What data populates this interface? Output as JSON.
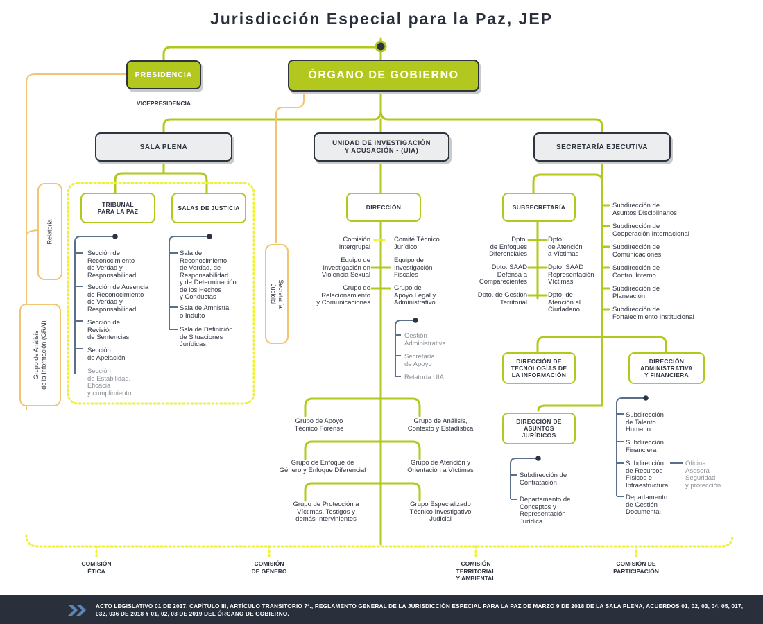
{
  "title": "Jurisdicción Especial para la Paz, JEP",
  "top": {
    "presidencia": "PRESIDENCIA",
    "vicepresidencia": "VICEPRESIDENCIA",
    "organo": "ÓRGANO DE GOBIERNO"
  },
  "side": {
    "relatoria": "Relatoria",
    "grai_line1": "Grupo de Análisis",
    "grai_line2": "de la Información (GRAI)",
    "secretaria_line1": "Secretaría",
    "secretaria_line2": "Judicial"
  },
  "sala_plena": {
    "title": "SALA PLENA",
    "tribunal": "TRIBUNAL\nPARA LA PAZ",
    "salas": "SALAS DE JUSTICIA",
    "tribunal_items": [
      "Sección de\nReconocimiento\nde Verdad y\nResponsabilidad",
      "Sección de Ausencia\nde Reconocimiento\nde Verdad y\nResponsabilidad",
      "Sección de\nRevisión\nde Sentencias",
      "Sección\nde Apelación"
    ],
    "tribunal_muted": "Sección\nde Estabilidad,\nEficacia\ny cumplimiento",
    "salas_items": [
      "Sala de\nReconocimiento\nde Verdad, de\nResponsabilidad\ny de Determinación\nde los Hechos\ny Conductas",
      "Sala de Amnistía\no Indulto",
      "Sala de Definición\nde Situaciones\nJurídicas."
    ]
  },
  "uia": {
    "title": "UNIDAD DE INVESTIGACIÓN\nY ACUSACIÓN - (UIA)",
    "direccion": "DIRECCIÓN",
    "left": [
      "Comisión\nIntergrupal",
      "Equipo de\nInvestigación en\nViolencia Sexual",
      "Grupo de\nRelacionamiento\ny Comunicaciones"
    ],
    "right": [
      "Comité Técnico\nJurídico",
      "Equipo de\nInvestigación\nFiscales",
      "Grupo de\nApoyo Legal y\nAdministrativo"
    ],
    "muted": [
      "Gestión\nAdministrativa",
      "Secretaría\nde Apoyo",
      "Relatoría UIA"
    ],
    "groups_left": [
      "Grupo de Apoyo\nTécnico Forense",
      "Grupo de Enfoque de\nGénero y Enfoque  Diferencial",
      "Grupo de Protección a\nVíctimas, Testigos y\ndemás Intervinientes"
    ],
    "groups_right": [
      "Grupo de Análisis,\nContexto y Estadística",
      "Grupo de Atención y\nOrientación a Víctimas",
      "Grupo Especializado\nTécnico Investigativo\nJudicial"
    ]
  },
  "secretaria": {
    "title": "SECRETARÍA EJECUTIVA",
    "subsecretaria": "SUBSECRETARÍA",
    "dptos_left": [
      "Dpto.\nde Enfoques\nDiferenciales",
      "Dpto. SAAD\nDefensa a\nComparecientes",
      "Dpto. de Gestión\nTerritorial"
    ],
    "dptos_right": [
      "Dpto.\nde Atención\na Víctimas",
      "Dpto. SAAD\nRepresentación\nVíctimas",
      "Dpto. de\nAtención al\nCiudadano"
    ],
    "subdirecciones": [
      "Subdirección de\nAsuntos Disciplinarios",
      "Subdirección de\nCooperación Internacional",
      "Subdirección de\nComunicaciones",
      "Subdirección de\nControl Interno",
      "Subdirección de\nPlaneación",
      "Subdirección de\nFortalecimiento Institucional"
    ],
    "dir_tec": "DIRECCIÓN DE\nTECNOLOGÍAS DE\nLA INFORMACIÓN",
    "dir_adm": "DIRECCIÓN\nADMINISTRATIVA\nY FINANCIERA",
    "dir_jur": "DIRECCIÓN DE\nASUNTOS\nJURÍDICOS",
    "jur_items": [
      "Subdirección de\nContratación",
      "Departamento de\nConceptos y\nRepresentación\nJurídica"
    ],
    "adm_items": [
      "Subdirección\nde Talento\nHumano",
      "Subdirección\nFinanciera",
      "Subdirección\nde Recursos\nFísicos e\nInfraestructura",
      "Departamento\nde Gestión\nDocumental"
    ],
    "adm_muted": [
      "Oficina\nAsesora\nSeguridad\ny protección"
    ]
  },
  "comisiones": [
    "COMISIÓN\nÉTICA",
    "COMISIÓN\nDE GÉNERO",
    "COMISIÓN\nTERRITORIAL\nY AMBIENTAL",
    "COMISIÓN DE\nPARTICIPACIÓN"
  ],
  "footer": "ACTO LEGISLATIVO 01  DE 2017, CAPÍTULO III, ARTÍCULO TRANSITORIO 7º., REGLAMENTO GENERAL DE LA JURISDICCIÓN ESPECIAL PARA LA PAZ DE MARZO 9 DE 2018 DE LA SALA PLENA, ACUERDOS 01, 02, 03, 04, 05, 017, 032, 036 DE 2018 Y 01, 02, 03 DE 2019 DEL ÓRGANO DE GOBIERNO.",
  "colors": {
    "green": "#b3c81f",
    "navy": "#2e3340",
    "steel": "#5b7088",
    "yellow_dotted": "#eef03a",
    "orange": "#f2c572",
    "footer_bg": "#2a2f3c"
  }
}
